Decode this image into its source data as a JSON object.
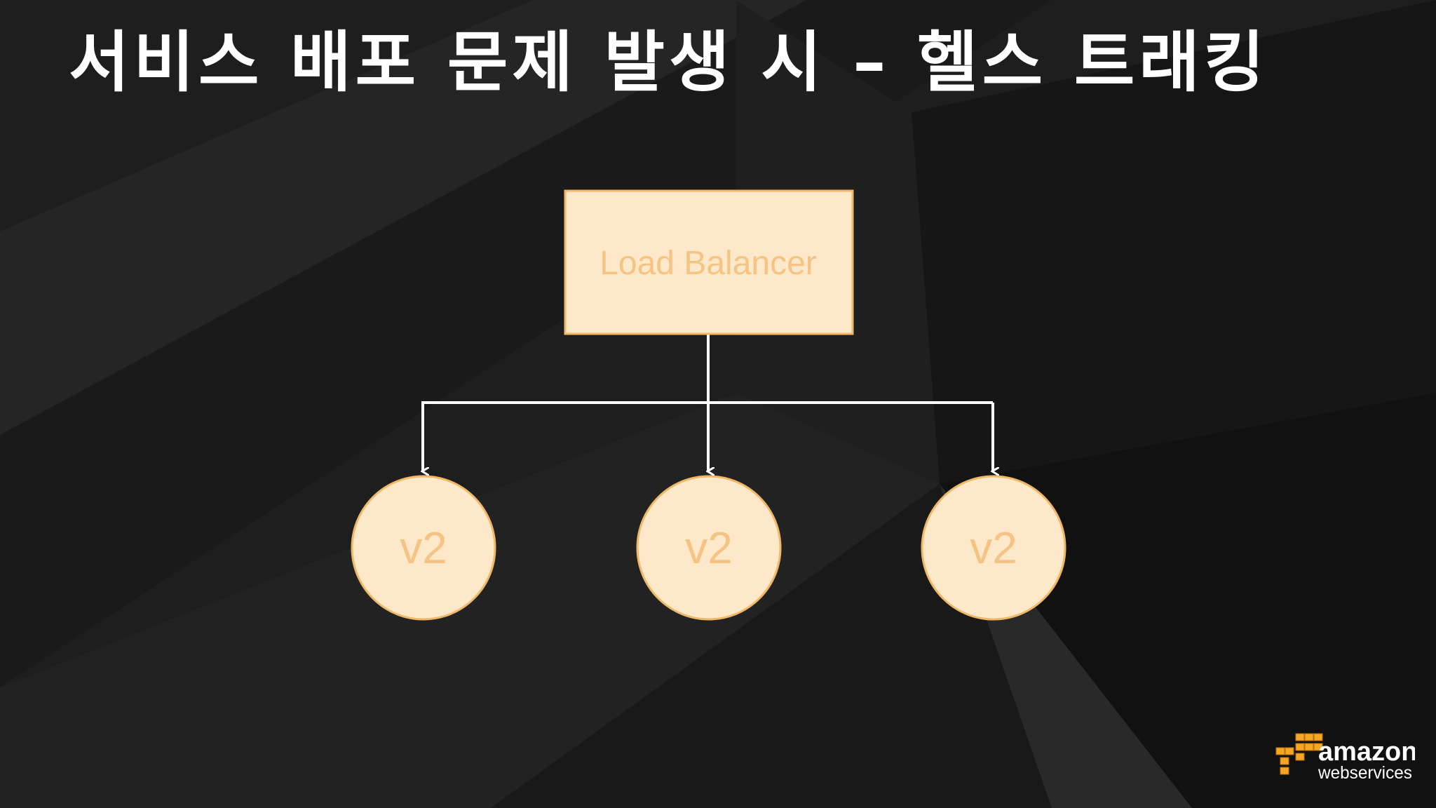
{
  "slide": {
    "title": "서비스 배포 문제 발생 시 – 헬스 트래킹"
  },
  "diagram": {
    "load_balancer": {
      "label": "Load Balancer"
    },
    "nodes": [
      {
        "label": "v2"
      },
      {
        "label": "v2"
      },
      {
        "label": "v2"
      }
    ]
  },
  "logo": {
    "word": "amazon",
    "sub": "webservices"
  },
  "colors": {
    "background": "#1f1e1f",
    "shape_fill": "#fde9c9",
    "shape_stroke": "#f0b866",
    "label_text": "#f5c484",
    "connector": "#ffffff",
    "logo_orange": "#f5a623"
  },
  "icons": {
    "logo_mark": "aws-cubes-icon"
  }
}
